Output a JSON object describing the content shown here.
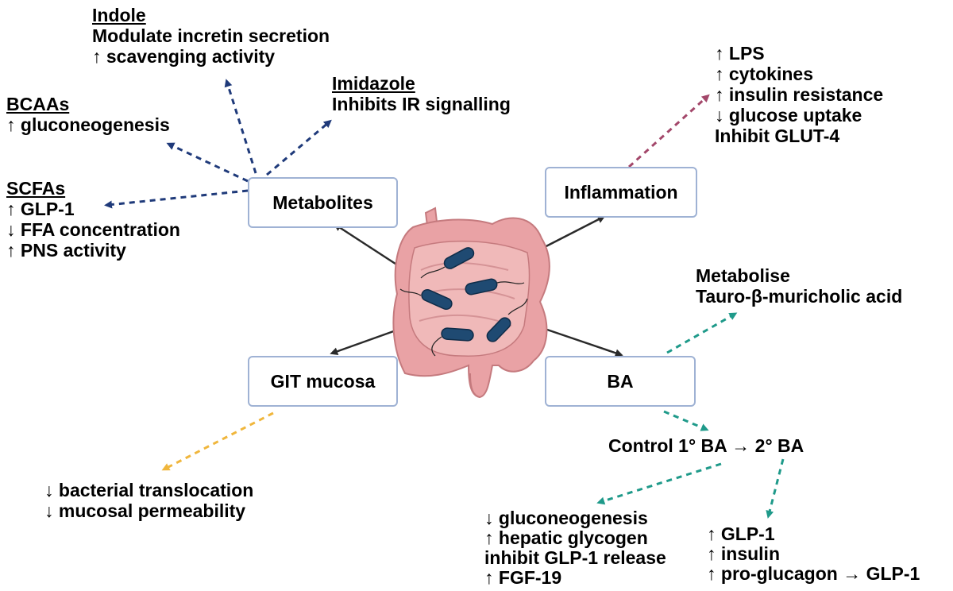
{
  "colors": {
    "metabolites_arrow": "#1f3a7a",
    "inflammation_arrow": "#a3476a",
    "mucosa_arrow": "#f0b63c",
    "ba_arrow": "#1f9a8a",
    "solid_arrow": "#2a2a2a",
    "node_border": "#9fb2d4"
  },
  "center_image": {
    "icon": "intestine-with-bacteria-icon"
  },
  "nodes": {
    "metabolites": "Metabolites",
    "inflammation": "Inflammation",
    "git_mucosa": "GIT mucosa",
    "ba": "BA"
  },
  "metabolites": {
    "indole": {
      "title": "Indole",
      "lines": [
        "Modulate incretin secretion",
        "↑ scavenging activity"
      ]
    },
    "imidazole": {
      "title": "Imidazole",
      "lines": [
        "Inhibits IR signalling"
      ]
    },
    "bcaas": {
      "title": "BCAAs",
      "lines": [
        "↑ gluconeogenesis"
      ]
    },
    "scfas": {
      "title": "SCFAs",
      "lines": [
        "↑ GLP-1",
        "↓ FFA concentration",
        "↑ PNS activity"
      ]
    }
  },
  "inflammation_effects": [
    "↑ LPS",
    "↑ cytokines",
    "↑ insulin resistance",
    "↓ glucose uptake",
    "Inhibit GLUT-4"
  ],
  "mucosa_effects": [
    "↓ bacterial translocation",
    "↓ mucosal permeability"
  ],
  "ba_metabolise": [
    "Metabolise",
    "Tauro-β-muricholic acid"
  ],
  "ba_control": "Control 1° BA → 2° BA",
  "ba_liver_effects": [
    "↓ gluconeogenesis",
    "↑ hepatic glycogen",
    "inhibit GLP-1 release",
    "↑ FGF-19"
  ],
  "ba_incretin_effects": [
    "↑ GLP-1",
    "↑ insulin",
    "↑ pro-glucagon → GLP-1"
  ]
}
